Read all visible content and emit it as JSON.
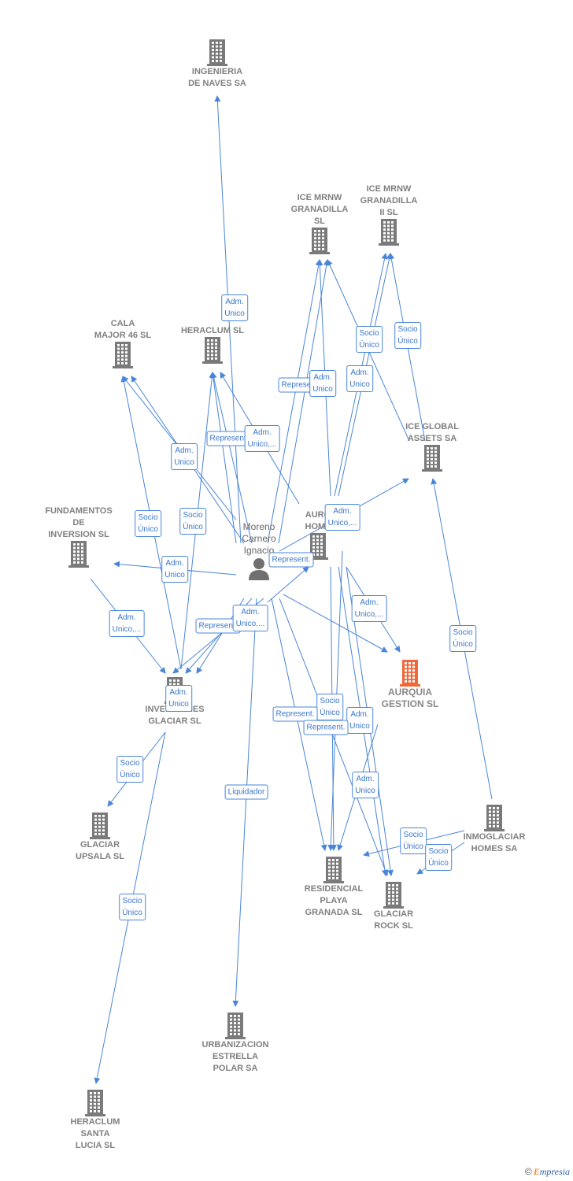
{
  "colors": {
    "edge": "#4a86d8",
    "building": "#7a7a7a",
    "focus": "#f06838",
    "person": "#707070"
  },
  "nodes": [
    {
      "id": "ingenieria",
      "label": "INGENIERIA\nDE NAVES SA",
      "type": "company"
    },
    {
      "id": "ice1",
      "label": "ICE MRNW\nGRANADILLA\nSL",
      "type": "company"
    },
    {
      "id": "ice2",
      "label": "ICE MRNW\nGRANADILLA\nII  SL",
      "type": "company"
    },
    {
      "id": "cala",
      "label": "CALA\nMAJOR 46  SL",
      "type": "company"
    },
    {
      "id": "heraclum",
      "label": "HERACLUM  SL",
      "type": "company"
    },
    {
      "id": "iceglobal",
      "label": "ICE GLOBAL\nASSETS SA",
      "type": "company"
    },
    {
      "id": "fundamentos",
      "label": "FUNDAMENTOS\nDE\nINVERSION  SL",
      "type": "company"
    },
    {
      "id": "moreno",
      "label": "Moreno\nCarnero\nIgnacio",
      "type": "person"
    },
    {
      "id": "aurquiahomes",
      "label": "AURQ\nHOME",
      "type": "company"
    },
    {
      "id": "aurquiagestion",
      "label": "AURQUIA\nGESTION  SL",
      "type": "focus"
    },
    {
      "id": "inversiones",
      "label": "INVERSIONES\nGLACIAR  SL",
      "type": "company"
    },
    {
      "id": "upsala",
      "label": "GLACIAR\nUPSALA SL",
      "type": "company"
    },
    {
      "id": "residencial",
      "label": "RESIDENCIAL\nPLAYA\nGRANADA  SL",
      "type": "company"
    },
    {
      "id": "rock",
      "label": "GLACIAR\nROCK  SL",
      "type": "company"
    },
    {
      "id": "inmoglaciar",
      "label": "INMOGLACIAR\nHOMES SA",
      "type": "company"
    },
    {
      "id": "urbanizacion",
      "label": "URBANIZACION\nESTRELLA\nPOLAR SA",
      "type": "company"
    },
    {
      "id": "santalucia",
      "label": "HERACLUM\nSANTA\nLUCIA  SL",
      "type": "company"
    }
  ],
  "tags": [
    "Adm.\nUnico",
    "Represent.",
    "Adm.\nUnico",
    "Adm.\nUnico",
    "Socio\nÚnico",
    "Socio\nÚnico",
    "Represent.",
    "Adm.\nUnico,...",
    "Adm.\nUnico",
    "Socio\nÚnico",
    "Socio\nÚnico",
    "Adm.\nUnico",
    "Adm.\nUnico,...",
    "Represent.",
    "Adm.\nUnico,...",
    "Represent.",
    "Adm.\nUnico,...",
    "Adm.\nUnico,...",
    "Adm.\nUnico",
    "Socio\nÚnico",
    "Socio\nÚnico",
    "Represent.",
    "Adm.\nUnico",
    "Represent.",
    "Adm.\nUnico",
    "Socio\nÚnico",
    "Liquidador",
    "Socio\nÚnico",
    "Socio\nÚnico",
    "Socio\nÚnico"
  ],
  "footer": {
    "copyright": "©",
    "brand_initial": "E",
    "brand_rest": "mpresia"
  }
}
